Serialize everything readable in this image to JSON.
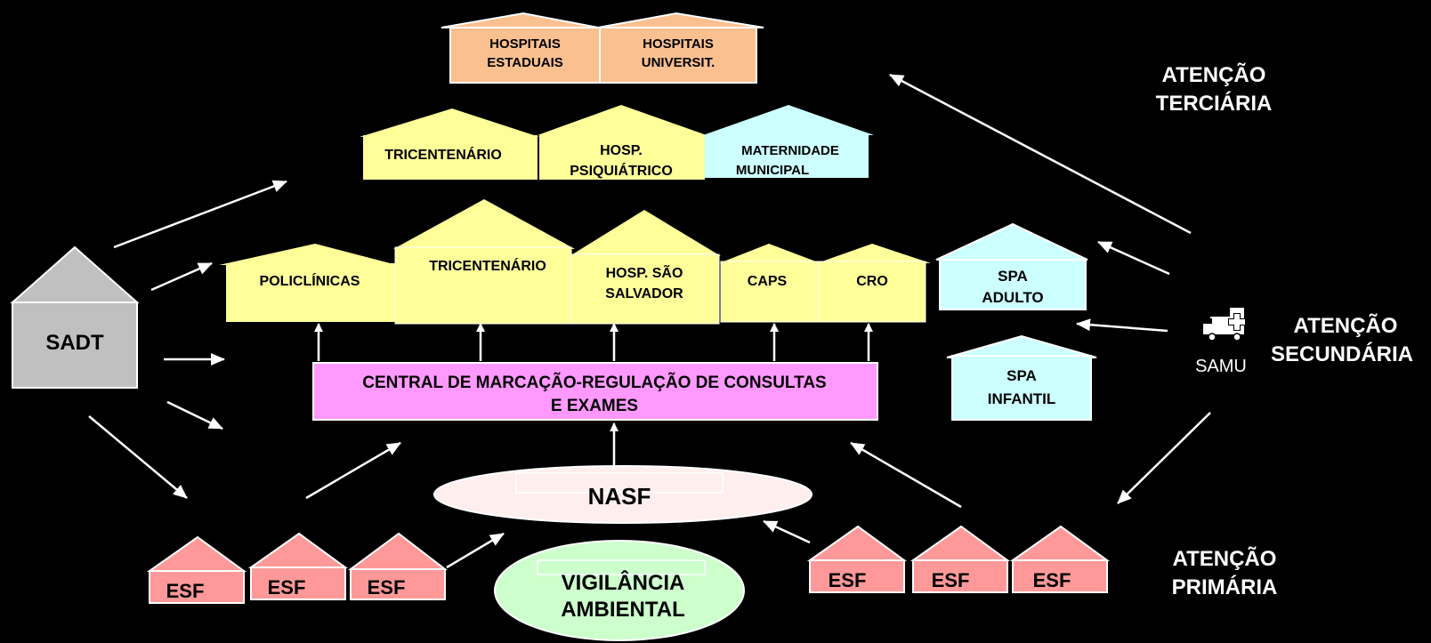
{
  "colors": {
    "background": "#000000",
    "hospital_orange": "#FAC090",
    "yellow": "#FFFF99",
    "cyan": "#CCFFFF",
    "magenta": "#FF99FF",
    "pink": "#FF9999",
    "gray": "#C0C0C0",
    "nasf": "#FFEEEE",
    "green": "#CCFFCC"
  },
  "levels": {
    "tertiary": [
      "ATENÇÃO",
      "TERCIÁRIA"
    ],
    "secondary": [
      "ATENÇÃO",
      "SECUNDÁRIA"
    ],
    "primary": [
      "ATENÇÃO",
      "PRIMÁRIA"
    ]
  },
  "tier3": {
    "hospitais_estaduais": [
      "HOSPITAIS",
      "ESTADUAIS"
    ],
    "hospitais_universit": [
      "HOSPITAIS",
      "UNIVERSIT."
    ]
  },
  "tier2": {
    "tricentenario": "TRICENTENÁRIO",
    "hosp_psiquiatrico": [
      "HOSP.",
      "PSIQUIÁTRICO"
    ],
    "maternidade": [
      "MATERNIDADE",
      "MUNICIPAL"
    ]
  },
  "tier1": {
    "policlinicas": "POLICLÍNICAS",
    "tricentenario": "TRICENTENÁRIO",
    "hosp_sao_salvador": [
      "HOSP. SÃO",
      "SALVADOR"
    ],
    "caps": "CAPS",
    "cro": "CRO"
  },
  "spa_adulto": [
    "SPA",
    "ADULTO"
  ],
  "spa_infantil": [
    "SPA",
    "INFANTIL"
  ],
  "sadt": "SADT",
  "central": [
    "CENTRAL DE MARCAÇÃO-REGULAÇÃO DE CONSULTAS",
    "E  EXAMES"
  ],
  "nasf": "NASF",
  "vigilancia": [
    "VIGILÂNCIA",
    "AMBIENTAL"
  ],
  "samu": {
    "label": "SAMU",
    "icon": "ambulance-icon"
  },
  "esf_left": [
    "ESF",
    "ESF",
    "ESF"
  ],
  "esf_right": [
    "ESF",
    "ESF",
    "ESF"
  ]
}
